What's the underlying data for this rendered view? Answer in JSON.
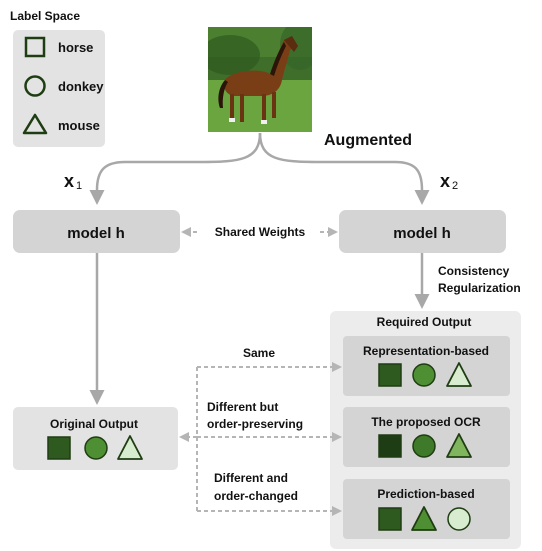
{
  "label_space": {
    "title": "Label Space",
    "items": [
      {
        "shape": "square-icon",
        "label": "horse"
      },
      {
        "shape": "circle-icon",
        "label": "donkey"
      },
      {
        "shape": "triangle-icon",
        "label": "mouse"
      }
    ]
  },
  "augmented_label": "Augmented",
  "x1_label": "x",
  "x1_sub": "1",
  "x2_label": "x",
  "x2_sub": "2",
  "model_left": "model h",
  "model_right": "model h",
  "shared_weights": "Shared Weights",
  "consistency_line1": "Consistency",
  "consistency_line2": "Regularization",
  "original_output": "Original Output",
  "required_output": {
    "title": "Required Output",
    "boxes": [
      {
        "title": "Representation-based"
      },
      {
        "title": "The proposed OCR"
      },
      {
        "title": "Prediction-based"
      }
    ]
  },
  "relations": {
    "same": "Same",
    "different_preserving_1": "Different but",
    "different_preserving_2": "order-preserving",
    "different_changed_1": "Different and",
    "different_changed_2": "order-changed"
  },
  "colors": {
    "dark_green": "#2e5a20",
    "mid_green": "#4f8f33",
    "light_green": "#8cc06a",
    "pale_green": "#d8ecd0",
    "outline": "#1f3d12",
    "box_gray": "#d4d4d4",
    "panel_gray": "#ececec",
    "arrow_gray": "#a8a8a8"
  }
}
